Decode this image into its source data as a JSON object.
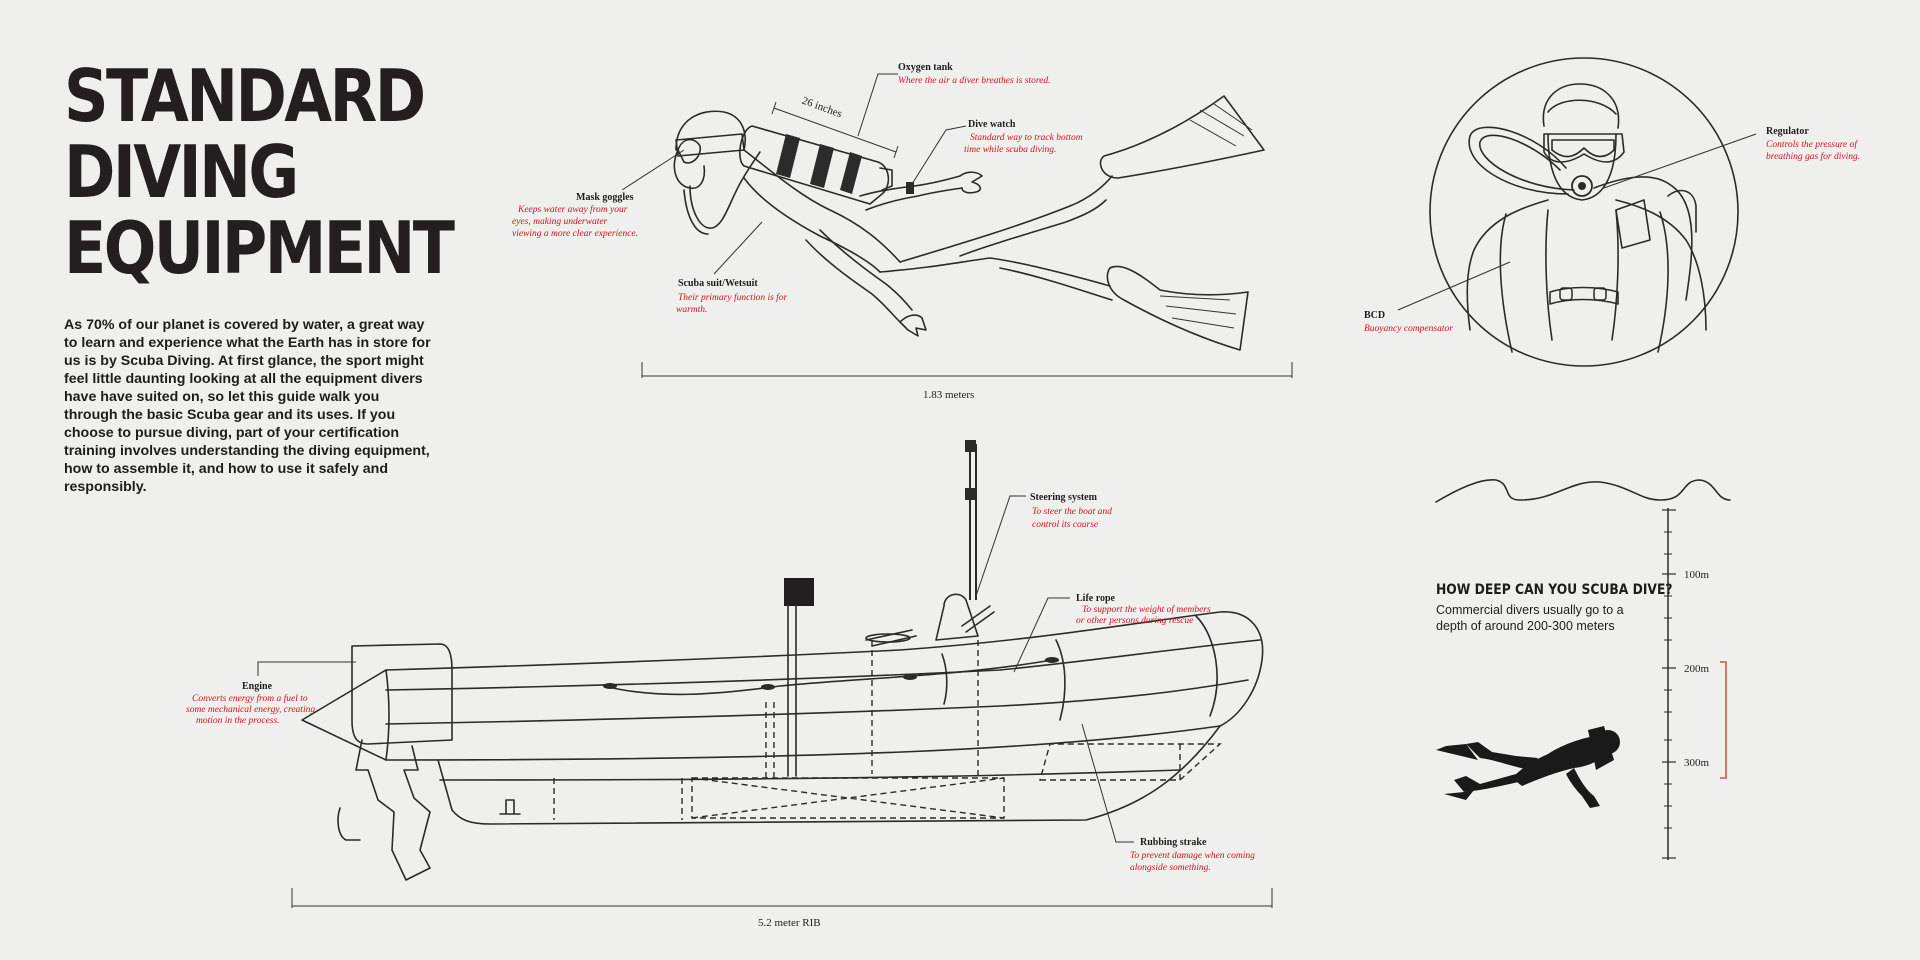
{
  "title": {
    "line1": "STANDARD",
    "line2": "DIVING",
    "line3": "EQUIPMENT"
  },
  "intro": "As 70% of our planet is covered by water, a great way to learn and experience what the Earth has in store for us is by Scuba Diving. At first glance, the sport might feel little daunting looking at all the equipment divers have have suited on, so let this guide walk you through the basic Scuba gear and its uses. If you choose to pursue diving, part of your certification training involves understanding the diving equipment, how to assemble it, and how to use it safely and responsibly.",
  "diver": {
    "tank_size": "26 inches",
    "length": "1.83 meters",
    "oxygen_tank": {
      "label": "Oxygen tank",
      "note": "Where the air a diver breathes is stored."
    },
    "dive_watch": {
      "label": "Dive watch",
      "note1": "Standard way to track bottom",
      "note2": "time while scuba diving."
    },
    "mask": {
      "label": "Mask goggles",
      "note1": "Keeps water away from your",
      "note2": "eyes, making underwater",
      "note3": "viewing a more clear experience."
    },
    "suit": {
      "label": "Scuba suit/Wetsuit",
      "note1": "Their primary function is for",
      "note2": "warmth."
    }
  },
  "portrait": {
    "regulator": {
      "label": "Regulator",
      "note1": "Controls the pressure of",
      "note2": "breathing gas for diving."
    },
    "bcd": {
      "label": "BCD",
      "note": "Buoyancy compensator"
    }
  },
  "boat": {
    "length": "5.2 meter RIB",
    "steering": {
      "label": "Steering system",
      "note1": "To steer the boat and",
      "note2": "control its course"
    },
    "life_rope": {
      "label": "Life rope",
      "note1": "To support the weight of members",
      "note2": "or other persons during rescue"
    },
    "engine": {
      "label": "Engine",
      "note1": "Converts energy from a fuel to",
      "note2": "some mechanical energy, creating",
      "note3": "motion in the process."
    },
    "rubbing": {
      "label": "Rubbing strake",
      "note1": "To prevent damage when coming",
      "note2": "alongside something."
    }
  },
  "depth": {
    "title": "HOW DEEP CAN YOU SCUBA DIVE?",
    "text": "Commercial divers usually go to a depth of around 200-300 meters",
    "ticks": [
      "100m",
      "200m",
      "300m"
    ],
    "range_color": "#d9534f"
  },
  "colors": {
    "annotation": "#d4111b",
    "ink": "#231f20",
    "paper": "#efefee"
  }
}
